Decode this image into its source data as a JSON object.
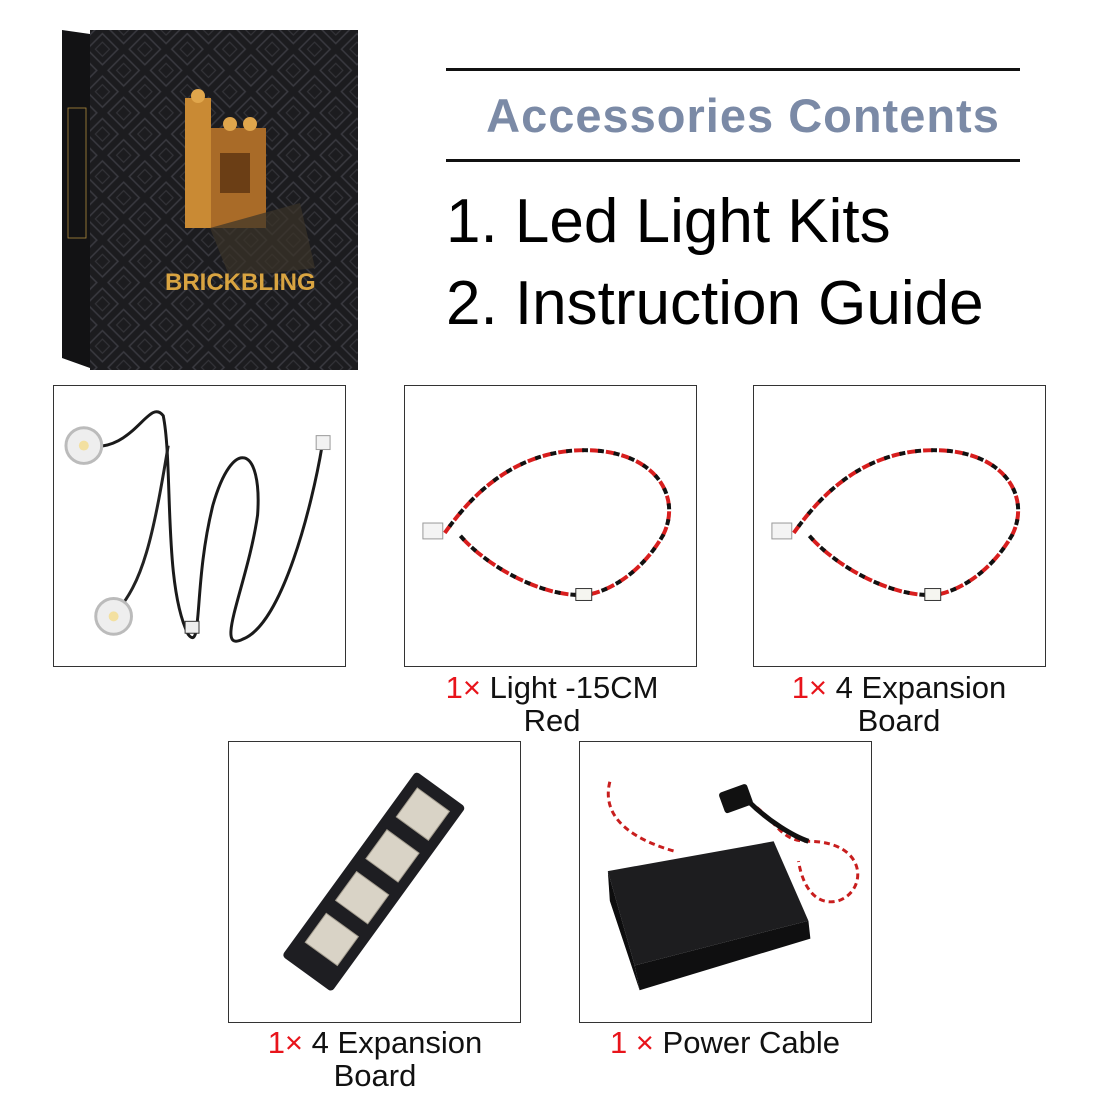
{
  "box": {
    "brand_logo": "BRICKBLING"
  },
  "header": {
    "title": "Accessories Contents"
  },
  "contents": [
    "1. Led Light Kits",
    "2. Instruction Guide"
  ],
  "products": [
    {
      "qty": "",
      "name": "",
      "name2": ""
    },
    {
      "qty": "1×",
      "name": "Light -15CM",
      "name2": "Red"
    },
    {
      "qty": "1×",
      "name": "4 Expansion",
      "name2": "Board"
    },
    {
      "qty": "1×",
      "name": "4 Expansion",
      "name2": "Board"
    },
    {
      "qty": "1 ×",
      "name": "Power Cable",
      "name2": ""
    }
  ],
  "colors": {
    "title": "#7b8aa6",
    "qty": "#e8141b",
    "gold": "#d9a441"
  }
}
